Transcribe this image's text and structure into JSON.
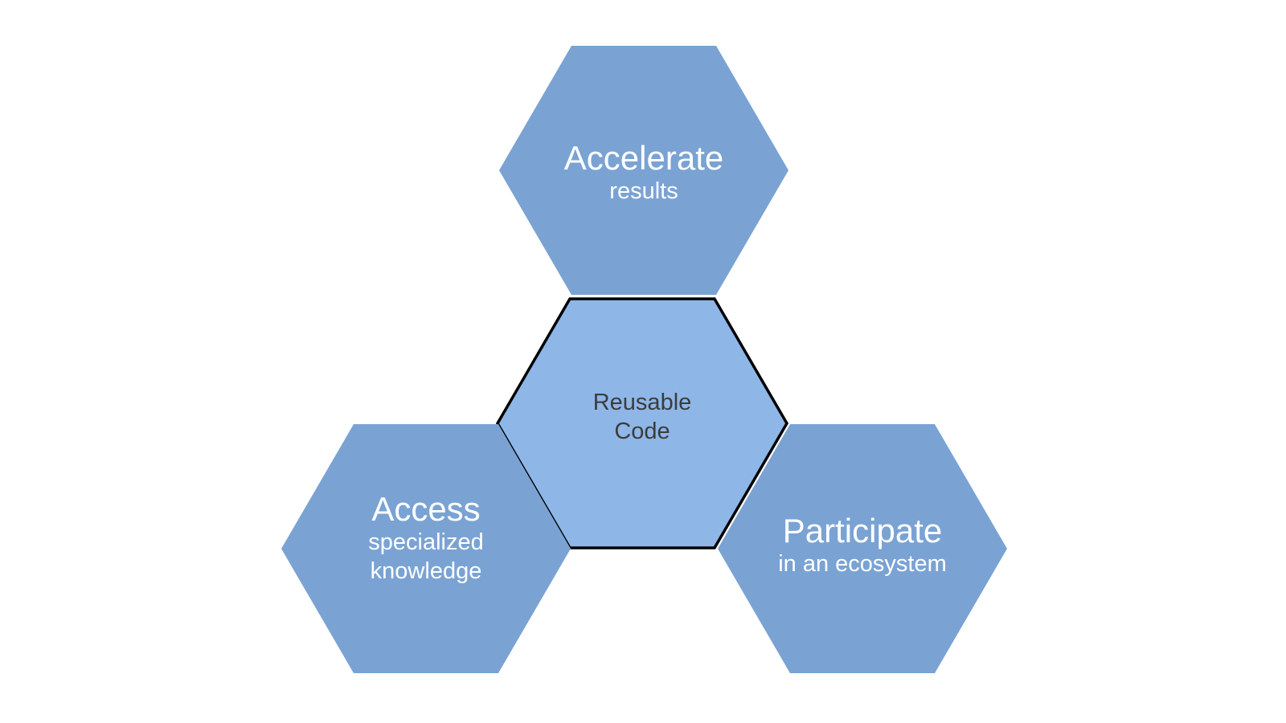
{
  "colors": {
    "background": "#ffffff",
    "outer_hex_fill": "#7aa3d4",
    "center_hex_fill": "#8eb7e8",
    "center_hex_border": "#000000",
    "outer_text": "#ffffff",
    "center_text": "#3c3c3c"
  },
  "diagram": {
    "hexagons": {
      "top": {
        "title": "Accelerate",
        "subtitle": "results",
        "fill": "#7aa3d4",
        "text_color": "#ffffff"
      },
      "center": {
        "title_line1": "Reusable",
        "title_line2": "Code",
        "fill": "#8eb7e8",
        "border_color": "#000000",
        "text_color": "#3c3c3c"
      },
      "bottom_left": {
        "title": "Access",
        "subtitle_line1": "specialized",
        "subtitle_line2": "knowledge",
        "fill": "#7aa3d4",
        "text_color": "#ffffff"
      },
      "bottom_right": {
        "title": "Participate",
        "subtitle": "in an ecosystem",
        "fill": "#7aa3d4",
        "text_color": "#ffffff"
      }
    }
  }
}
